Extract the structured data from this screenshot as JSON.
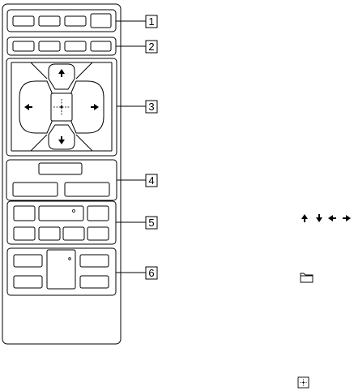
{
  "sections": [
    {
      "number": "1"
    },
    {
      "number": "2"
    },
    {
      "number": "3"
    },
    {
      "number": "4"
    },
    {
      "number": "5"
    },
    {
      "number": "6"
    }
  ],
  "legend": {
    "arrows_icon": "arrows-up-down-left-right-icon",
    "folder_icon": "folder-icon",
    "center_icon": "center-dot-icon"
  }
}
